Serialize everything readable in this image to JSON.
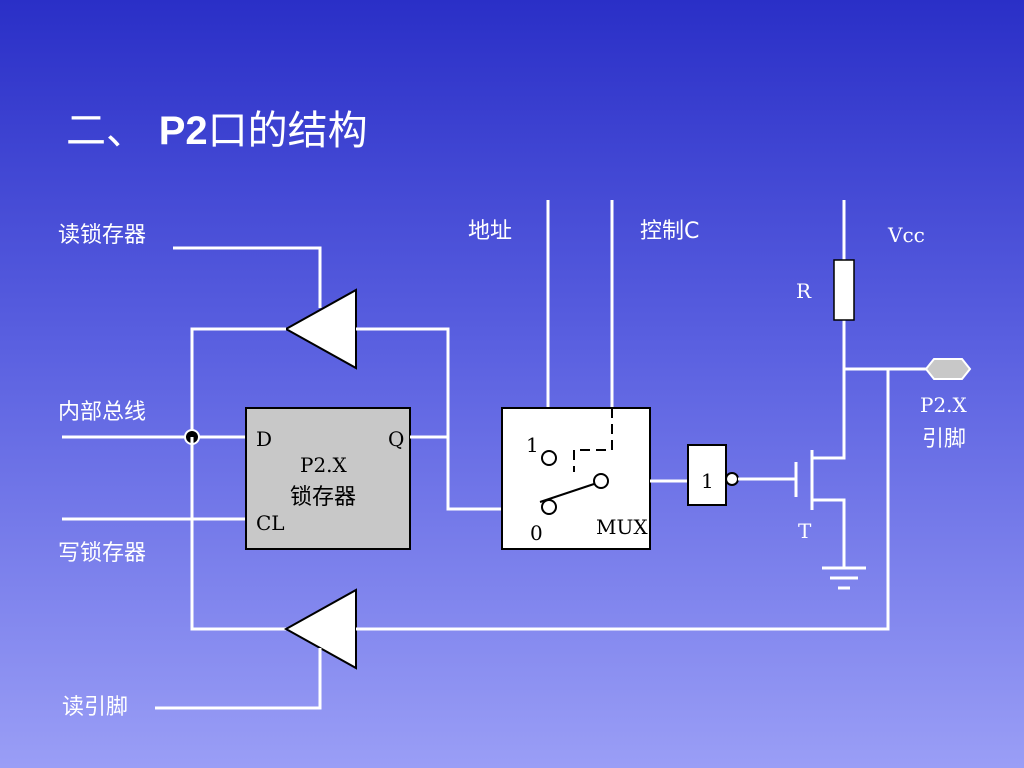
{
  "slide": {
    "title_prefix": "二、",
    "title_bold": "P2",
    "title_suffix": "口的结构"
  },
  "labels": {
    "read_latch": "读锁存器",
    "internal_bus": "内部总线",
    "write_latch": "写锁存器",
    "read_pin": "读引脚",
    "address": "地址",
    "control": "控制C",
    "vcc": "Vcc",
    "r": "R",
    "pin_name": "P2.X",
    "pin_sub": "引脚",
    "t": "T"
  },
  "latch": {
    "d": "D",
    "q": "Q",
    "cl": "CL",
    "name": "P2.X",
    "sub": "锁存器"
  },
  "mux": {
    "one": "1",
    "zero": "0",
    "label": "MUX"
  },
  "inverter": {
    "label": "1"
  },
  "colors": {
    "bg_top": "#2a2fc7",
    "bg_bottom": "#9a9ef6",
    "latch_fill": "#c8c8c8",
    "wire": "#ffffff"
  }
}
